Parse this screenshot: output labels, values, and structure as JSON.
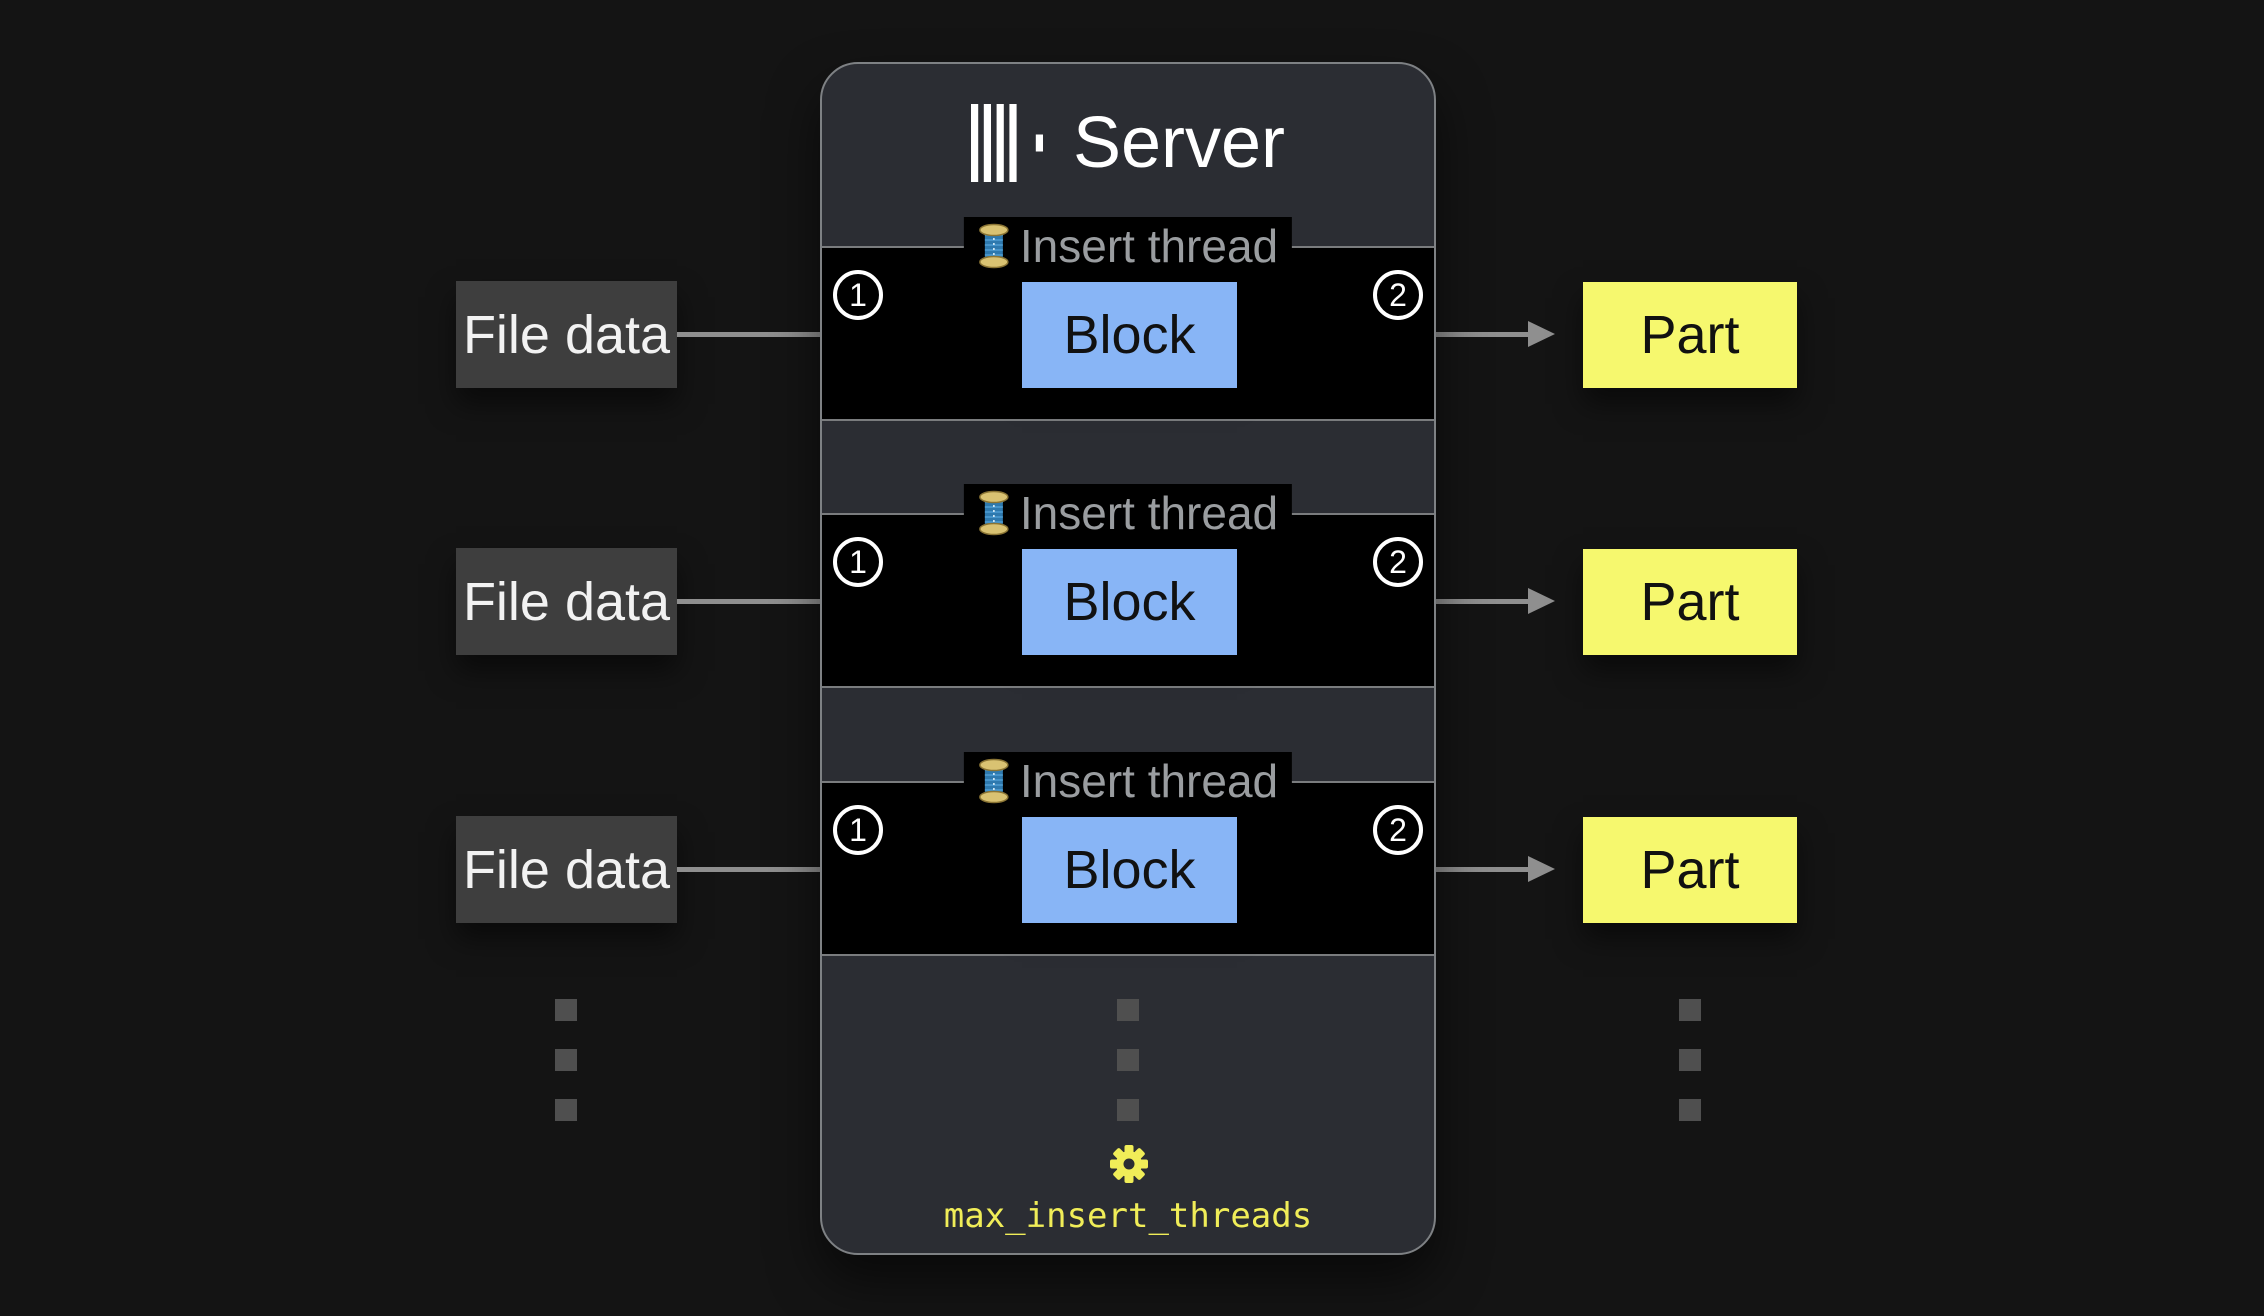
{
  "diagram": {
    "server": {
      "title": "Server",
      "logo_icon": "clickhouse-logo",
      "threads": [
        {
          "legend": "Insert thread",
          "legend_icon": "thread-spool-icon",
          "step_in": "1",
          "block": "Block",
          "step_out": "2"
        },
        {
          "legend": "Insert thread",
          "legend_icon": "thread-spool-icon",
          "step_in": "1",
          "block": "Block",
          "step_out": "2"
        },
        {
          "legend": "Insert thread",
          "legend_icon": "thread-spool-icon",
          "step_in": "1",
          "block": "Block",
          "step_out": "2"
        }
      ],
      "setting": {
        "icon": "gear-icon",
        "label": "max_insert_threads"
      }
    },
    "inputs": [
      {
        "label": "File data"
      },
      {
        "label": "File data"
      },
      {
        "label": "File data"
      }
    ],
    "outputs": [
      {
        "label": "Part"
      },
      {
        "label": "Part"
      },
      {
        "label": "Part"
      }
    ],
    "colors": {
      "background": "#141414",
      "server_bg": "#2b2d33",
      "server_border": "#7e8184",
      "band_bg": "#000000",
      "band_border": "#7a7c7e",
      "legend_text": "#9a9da0",
      "block_fill": "#88b5f6",
      "part_fill": "#f6f86e",
      "input_fill": "#3e3e3e",
      "arrow": "#8f8f8f",
      "accent_yellow": "#f0ed58",
      "text_light": "#f2f2f2",
      "text_dark": "#111111",
      "ellipsis": "#4f4f4f"
    }
  }
}
